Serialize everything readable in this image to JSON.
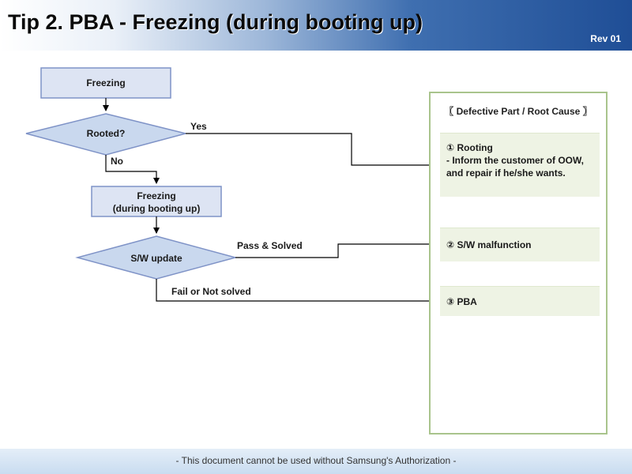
{
  "header": {
    "title": " Tip 2.  PBA - Freezing (during booting up)",
    "rev": "Rev 01"
  },
  "flow": {
    "start": "Freezing",
    "decision1": "Rooted?",
    "yes_label": "Yes",
    "no_label": "No",
    "step2_line1": "Freezing",
    "step2_line2": "(during booting up)",
    "decision2": "S/W update",
    "pass_label": "Pass & Solved",
    "fail_label": "Fail or Not solved"
  },
  "panel": {
    "title": "〖 Defective Part / Root Cause 〗",
    "causes": [
      {
        "label": "① Rooting",
        "desc": "- Inform the customer of OOW, and repair if he/she wants."
      },
      {
        "label": "② S/W malfunction",
        "desc": ""
      },
      {
        "label": "③ PBA",
        "desc": ""
      }
    ]
  },
  "footer": {
    "text": "- This document cannot be used without Samsung's Authorization -"
  },
  "colors": {
    "box_fill": "#dde4f3",
    "box_border": "#7f93c7",
    "diamond_fill": "#c9d8ee",
    "panel_border": "#a9c48c",
    "cause_fill": "#eef3e4"
  }
}
